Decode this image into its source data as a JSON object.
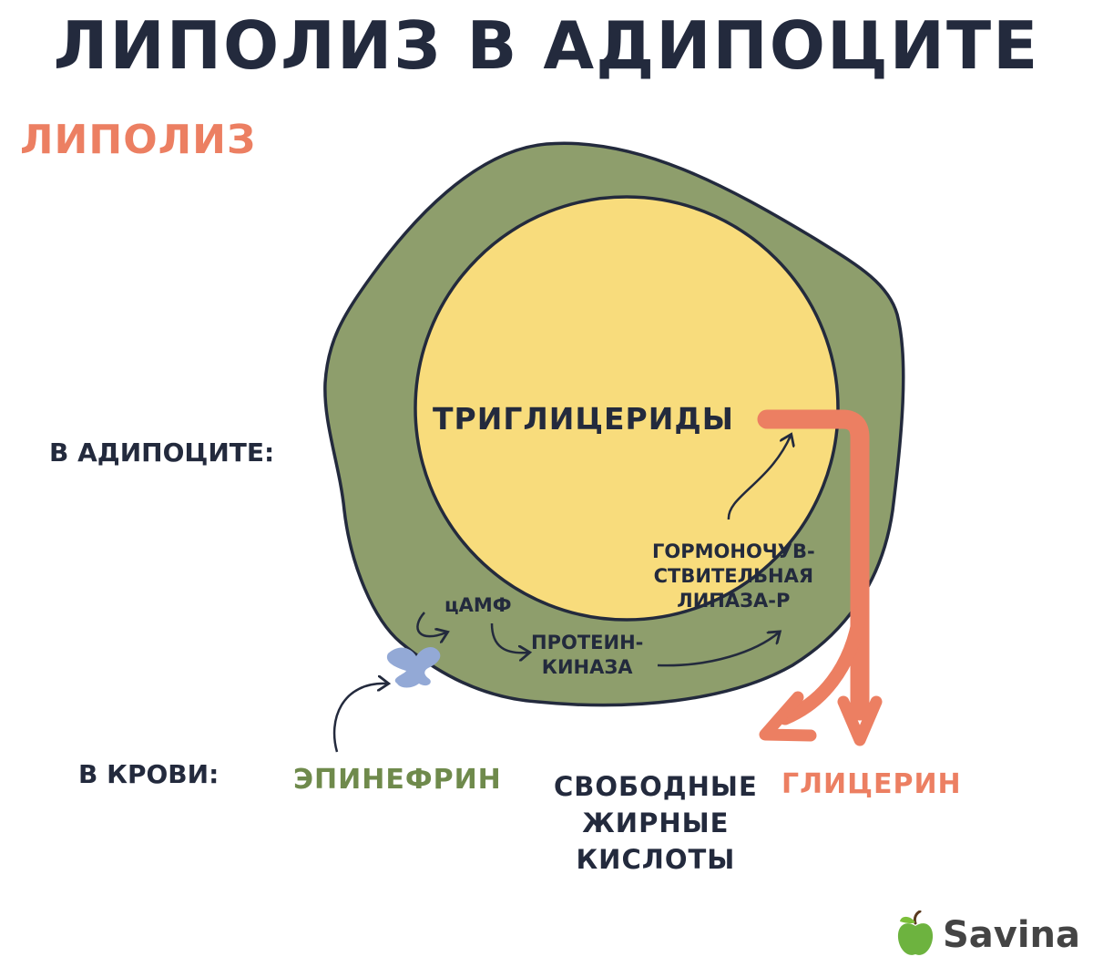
{
  "title": "ЛИПОЛИЗ В АДИПОЦИТЕ",
  "subtitle": "ЛИПОЛИЗ",
  "zones": {
    "adipocyte": "В АДИПОЦИТЕ:",
    "blood": "В КРОВИ:"
  },
  "nodes": {
    "triglycerides": "ТРИГЛИЦЕРИДЫ",
    "camp": "цАМФ",
    "protein_kinase": [
      "ПРОТЕИН-",
      "КИНАЗА"
    ],
    "hsl": [
      "ГОРМОНОЧУВ-",
      "СТВИТЕЛЬНАЯ",
      "ЛИПАЗА-Р"
    ],
    "epinephrine": "ЭПИНЕФРИН",
    "free_fatty_acids": [
      "СВОБОДНЫЕ",
      "ЖИРНЫЕ",
      "КИСЛОТЫ"
    ],
    "glycerol": "ГЛИЦЕРИН"
  },
  "logo": {
    "text": "Savina"
  },
  "colors": {
    "title": "#232a3d",
    "accent": "#ec7f62",
    "cell": "#8e9e6c",
    "lipid_droplet": "#f8dc7c",
    "receptor": "#93a9d6",
    "epinephrine": "#6f8a4c"
  }
}
